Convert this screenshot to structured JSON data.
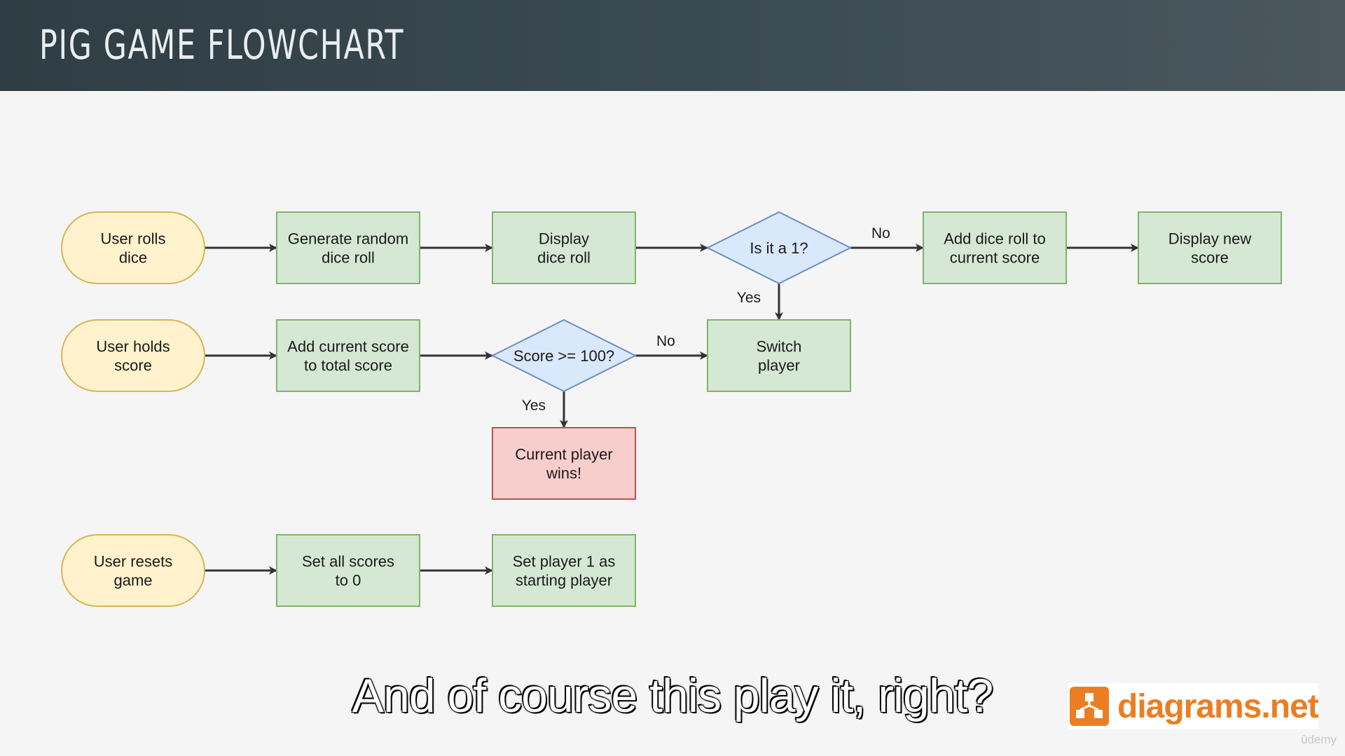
{
  "header": {
    "title": "PIG GAME FLOWCHART"
  },
  "colors": {
    "start_fill": "#fff2cc",
    "start_stroke": "#d6b656",
    "process_fill": "#d5e8d4",
    "process_stroke": "#82b366",
    "decision_fill": "#dae8fc",
    "decision_stroke": "#6c8ebf",
    "end_fill": "#f8cecc",
    "end_stroke": "#b85450",
    "arrow": "#333333",
    "text": "#1a1a1a"
  },
  "nodes": [
    {
      "id": "user-rolls-dice",
      "type": "start",
      "lines": [
        "User rolls",
        "dice"
      ]
    },
    {
      "id": "generate-random-dice-roll",
      "type": "process",
      "lines": [
        "Generate random",
        "dice roll"
      ]
    },
    {
      "id": "display-dice-roll",
      "type": "process",
      "lines": [
        "Display",
        "dice roll"
      ]
    },
    {
      "id": "is-it-a-1",
      "type": "decision",
      "lines": [
        "Is it a 1?"
      ]
    },
    {
      "id": "add-dice-roll-to-current-score",
      "type": "process",
      "lines": [
        "Add dice roll to",
        "current score"
      ]
    },
    {
      "id": "display-new-score",
      "type": "process",
      "lines": [
        "Display new",
        "score"
      ]
    },
    {
      "id": "user-holds-score",
      "type": "start",
      "lines": [
        "User holds",
        "score"
      ]
    },
    {
      "id": "add-current-score-to-total",
      "type": "process",
      "lines": [
        "Add current score",
        "to total score"
      ]
    },
    {
      "id": "score-gte-100",
      "type": "decision",
      "lines": [
        "Score >= 100?"
      ]
    },
    {
      "id": "switch-player",
      "type": "process",
      "lines": [
        "Switch",
        "player"
      ]
    },
    {
      "id": "current-player-wins",
      "type": "end",
      "lines": [
        "Current player",
        "wins!"
      ]
    },
    {
      "id": "user-resets-game",
      "type": "start",
      "lines": [
        "User resets",
        "game"
      ]
    },
    {
      "id": "set-all-scores-to-0",
      "type": "process",
      "lines": [
        "Set all scores",
        "to 0"
      ]
    },
    {
      "id": "set-player-1-starting",
      "type": "process",
      "lines": [
        "Set player 1 as",
        "starting player"
      ]
    }
  ],
  "edges": [
    {
      "from": "user-rolls-dice",
      "to": "generate-random-dice-roll",
      "label": ""
    },
    {
      "from": "generate-random-dice-roll",
      "to": "display-dice-roll",
      "label": ""
    },
    {
      "from": "display-dice-roll",
      "to": "is-it-a-1",
      "label": ""
    },
    {
      "from": "is-it-a-1",
      "to": "add-dice-roll-to-current-score",
      "label": "No"
    },
    {
      "from": "add-dice-roll-to-current-score",
      "to": "display-new-score",
      "label": ""
    },
    {
      "from": "is-it-a-1",
      "to": "switch-player",
      "label": "Yes"
    },
    {
      "from": "user-holds-score",
      "to": "add-current-score-to-total",
      "label": ""
    },
    {
      "from": "add-current-score-to-total",
      "to": "score-gte-100",
      "label": ""
    },
    {
      "from": "score-gte-100",
      "to": "switch-player",
      "label": "No"
    },
    {
      "from": "score-gte-100",
      "to": "current-player-wins",
      "label": "Yes"
    },
    {
      "from": "user-resets-game",
      "to": "set-all-scores-to-0",
      "label": ""
    },
    {
      "from": "set-all-scores-to-0",
      "to": "set-player-1-starting",
      "label": ""
    }
  ],
  "subtitle": "And of course this play it, right?",
  "logo": {
    "text": "diagrams.net"
  },
  "watermark": "ûdemy"
}
